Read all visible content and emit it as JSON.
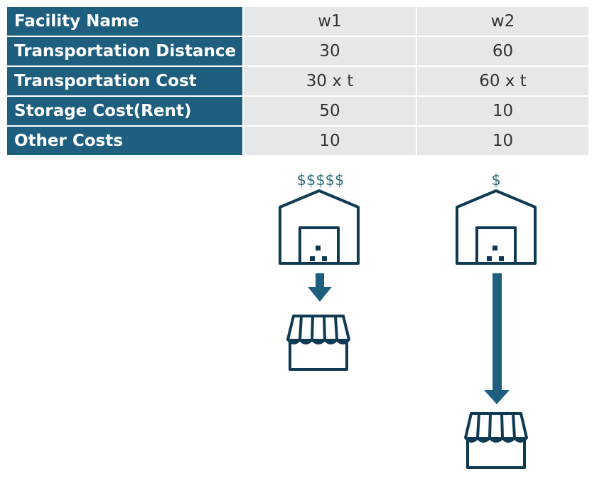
{
  "table": {
    "rows": [
      {
        "label": "Facility Name",
        "w1": "w1",
        "w2": "w2"
      },
      {
        "label": "Transportation Distance",
        "w1": "30",
        "w2": "60"
      },
      {
        "label": "Transportation Cost",
        "w1": "30 x t",
        "w2": "60 x t"
      },
      {
        "label": "Storage Cost(Rent)",
        "w1": "50",
        "w2": "10"
      },
      {
        "label": "Other Costs",
        "w1": "10",
        "w2": "10"
      }
    ]
  },
  "diagram": {
    "w1_cost_label": "$$$$$",
    "w2_cost_label": "$",
    "icons": [
      "warehouse-icon",
      "store-icon",
      "arrow-down-icon"
    ],
    "colors": {
      "header": "#1e5f7f",
      "cell": "#e6e7e9",
      "icon_stroke": "#0f3a53",
      "arrow": "#1e5f7f",
      "cost_label": "#2b6b7c"
    }
  }
}
